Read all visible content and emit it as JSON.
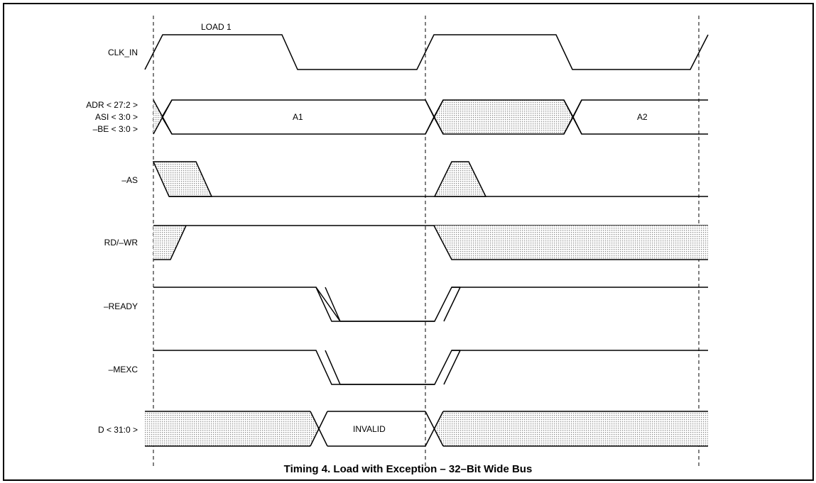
{
  "signals": {
    "clk_in": "CLK_IN",
    "adr": "ADR  < 27:2 >",
    "asi": "ASI  < 3:0 >",
    "be": "–BE  < 3:0 >",
    "as": "–AS",
    "rdwr": "RD/–WR",
    "ready": "–READY",
    "mexc": "–MEXC",
    "d": "D  < 31:0 >"
  },
  "annotations": {
    "load1": "LOAD 1",
    "a1": "A1",
    "a2": "A2",
    "invalid": "INVALID"
  },
  "caption": "Timing 4. Load with Exception – 32–Bit Wide Bus"
}
